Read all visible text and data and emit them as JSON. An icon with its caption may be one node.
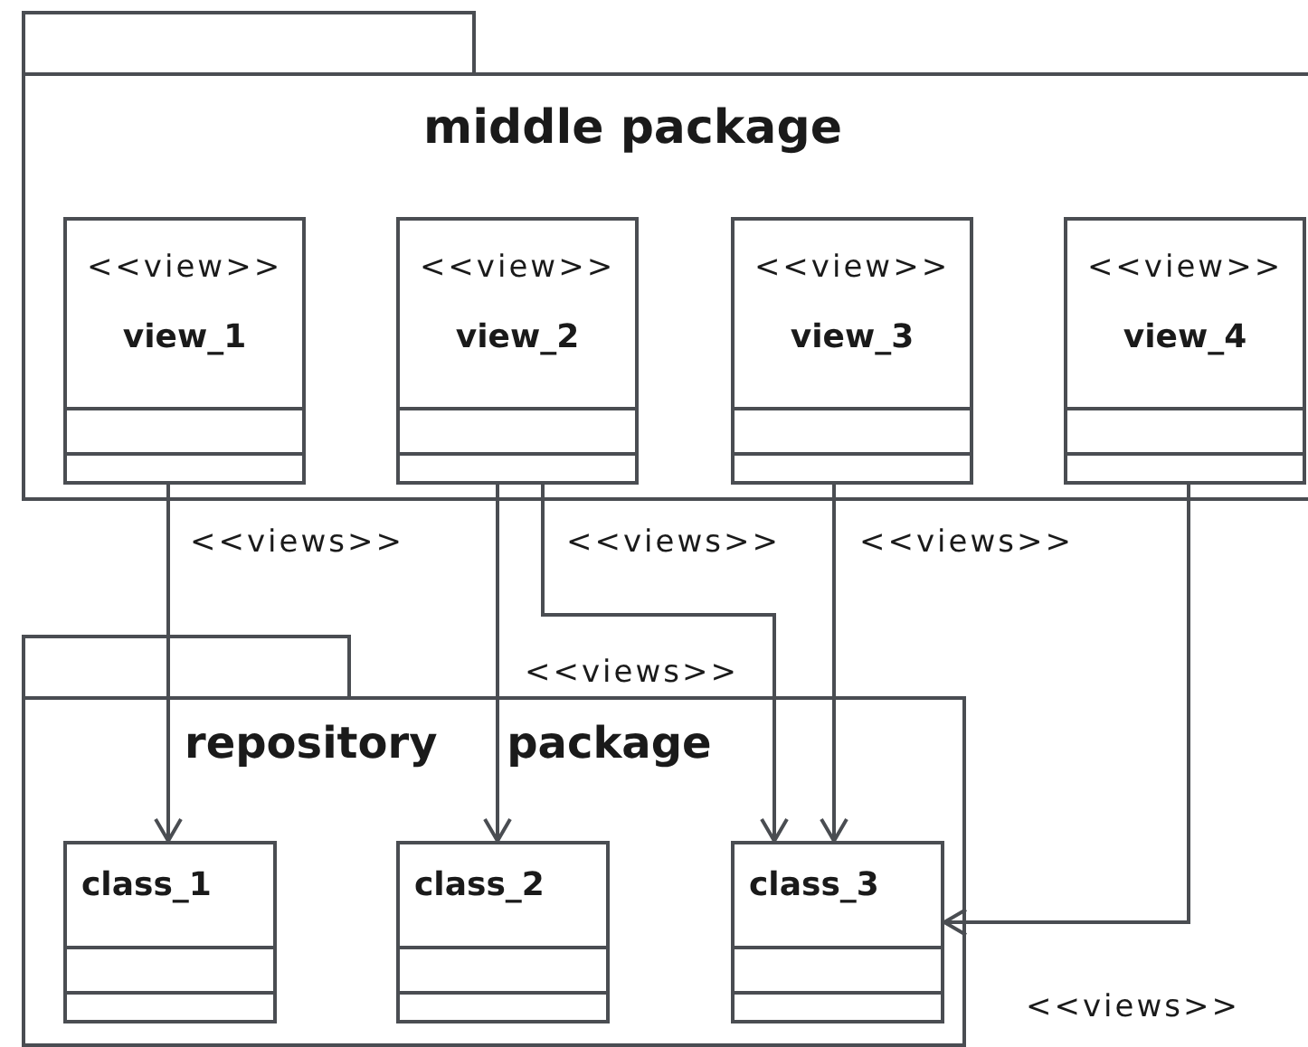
{
  "diagram": {
    "nodes": [
      {
        "text": [
          "middle package"
        ]
      },
      {
        "text": [
          "<<view>>",
          "view_1"
        ],
        "in": 0
      },
      {
        "text": [
          "<<view>>",
          "view_2"
        ],
        "in": 0
      },
      {
        "text": [
          "<<view>>",
          "view_3"
        ],
        "in": 0
      },
      {
        "text": [
          "<<view>>",
          "view_4"
        ],
        "in": 0
      },
      {
        "text": [
          "repository package"
        ]
      },
      {
        "text": [
          "class_1"
        ],
        "in": 5
      },
      {
        "text": [
          "class_2"
        ],
        "in": 5
      },
      {
        "text": [
          "class_3"
        ],
        "in": 5
      }
    ],
    "edges": [
      {
        "from": 1,
        "to": 6,
        "arrow": "to",
        "label": "<<views>>"
      },
      {
        "from": 2,
        "to": 7,
        "arrow": "to"
      },
      {
        "from": 2,
        "to": 8,
        "arrow": "to",
        "label": "<<views>>"
      },
      {
        "from": 3,
        "to": 8,
        "arrow": "to",
        "label": "<<views>>"
      },
      {
        "from": 4,
        "to": 8,
        "arrow": "to",
        "label": "<<views>>"
      }
    ],
    "labels": [
      "<<views>>"
    ]
  }
}
